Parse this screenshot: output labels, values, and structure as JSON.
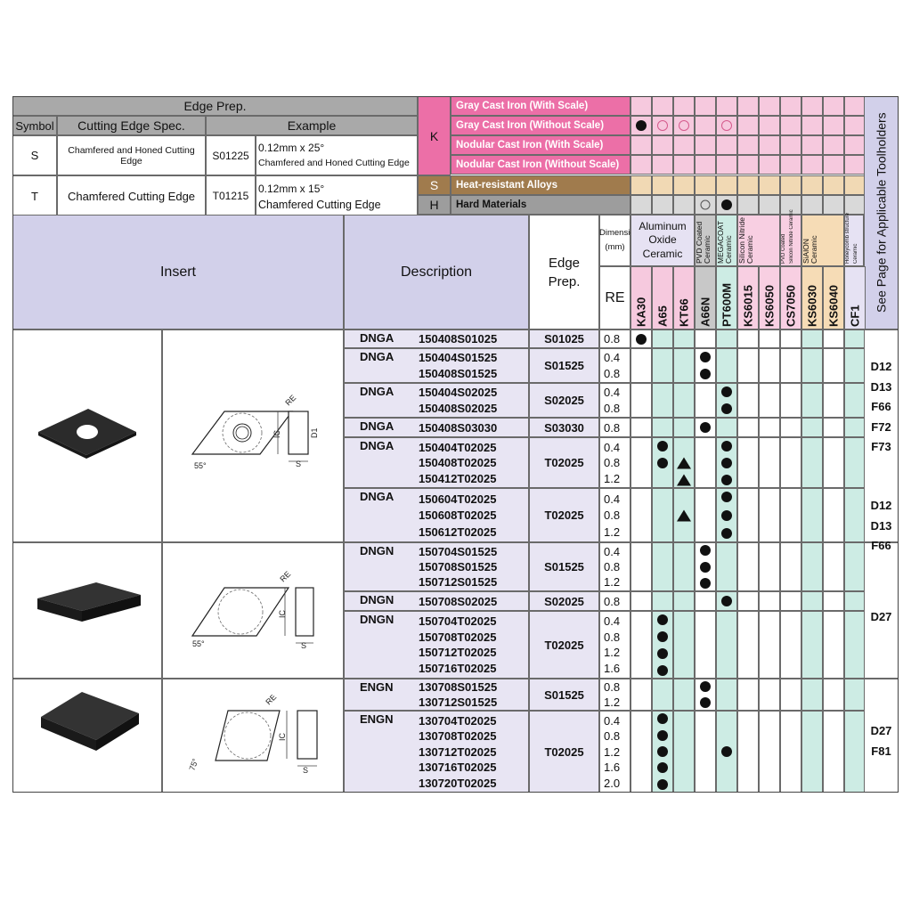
{
  "edge_prep": {
    "title": "Edge Prep.",
    "headers": [
      "Symbol",
      "Cutting Edge Spec.",
      "Example"
    ],
    "rows": [
      {
        "symbol": "S",
        "spec": "Chamfered and Honed Cutting Edge",
        "code": "S01225",
        "ex1": "0.12mm x 25°",
        "ex2": "Chamfered and Honed Cutting Edge"
      },
      {
        "symbol": "T",
        "spec": "Chamfered Cutting Edge",
        "code": "T01215",
        "ex1": "0.12mm x 15°",
        "ex2": "Chamfered Cutting Edge"
      }
    ]
  },
  "materials": {
    "k_symbol": "K",
    "k_rows": [
      "Gray Cast Iron (With Scale)",
      "Gray Cast Iron (Without Scale)",
      "Nodular Cast Iron (With Scale)",
      "Nodular Cast Iron (Without Scale)"
    ],
    "s_symbol": "S",
    "s_label": "Heat-resistant Alloys",
    "h_symbol": "H",
    "h_label": "Hard Materials"
  },
  "headers": {
    "insert": "Insert",
    "description": "Description",
    "edge_prep": "Edge Prep.",
    "dimension": "Dimension",
    "dimension_unit": "(mm)",
    "re": "RE",
    "group_aluminum": "Aluminum Oxide Ceramic",
    "group_pvd_1": "PVD Coated",
    "group_pvd_2": "Ceramic",
    "group_mega_1": "MEGACOAT",
    "group_mega_2": "Ceramic",
    "group_sn_1": "Silicon Nitride",
    "group_sn_2": "Ceramic",
    "group_pvdsn_1": "PVD Coated",
    "group_pvdsn_2": "Silicon Nitride Ceramic",
    "group_sialon_1": "SiAlON",
    "group_sialon_2": "Ceramic",
    "group_honey_1": "Honeycomb structure",
    "group_honey_2": "Ceramic",
    "toolholders": "See Page for Applicable Toolholders"
  },
  "grades": [
    "KA30",
    "A65",
    "KT66",
    "A66N",
    "PT600M",
    "KS6015",
    "KS6050",
    "CS7050",
    "KS6030",
    "KS6040",
    "CF1"
  ],
  "diagram_labels": {
    "re": "RE",
    "ic": "IC",
    "d1": "D1",
    "s": "S",
    "angle55": "55°",
    "angle75": "75°"
  },
  "groups": [
    {
      "prefix": "DNGA",
      "codes": [
        "150408S01025"
      ],
      "prep": "S01025",
      "re": [
        "0.8"
      ]
    },
    {
      "prefix": "DNGA",
      "codes": [
        "150404S01525",
        "150408S01525"
      ],
      "prep": "S01525",
      "re": [
        "0.4",
        "0.8"
      ]
    },
    {
      "prefix": "DNGA",
      "codes": [
        "150404S02025",
        "150408S02025"
      ],
      "prep": "S02025",
      "re": [
        "0.4",
        "0.8"
      ]
    },
    {
      "prefix": "DNGA",
      "codes": [
        "150408S03030"
      ],
      "prep": "S03030",
      "re": [
        "0.8"
      ]
    },
    {
      "prefix": "DNGA",
      "codes": [
        "150404T02025",
        "150408T02025",
        "150412T02025"
      ],
      "prep": "T02025",
      "re": [
        "0.4",
        "0.8",
        "1.2"
      ]
    },
    {
      "prefix": "DNGA",
      "codes": [
        "150604T02025",
        "150608T02025",
        "150612T02025"
      ],
      "prep": "T02025",
      "re": [
        "0.4",
        "0.8",
        "1.2"
      ]
    },
    {
      "prefix": "DNGN",
      "codes": [
        "150704S01525",
        "150708S01525",
        "150712S01525"
      ],
      "prep": "S01525",
      "re": [
        "0.4",
        "0.8",
        "1.2"
      ]
    },
    {
      "prefix": "DNGN",
      "codes": [
        "150708S02025"
      ],
      "prep": "S02025",
      "re": [
        "0.8"
      ]
    },
    {
      "prefix": "DNGN",
      "codes": [
        "150704T02025",
        "150708T02025",
        "150712T02025",
        "150716T02025"
      ],
      "prep": "T02025",
      "re": [
        "0.4",
        "0.8",
        "1.2",
        "1.6"
      ]
    },
    {
      "prefix": "ENGN",
      "codes": [
        "130708S01525",
        "130712S01525"
      ],
      "prep": "S01525",
      "re": [
        "0.8",
        "1.2"
      ]
    },
    {
      "prefix": "ENGN",
      "codes": [
        "130704T02025",
        "130708T02025",
        "130712T02025",
        "130716T02025",
        "130720T02025"
      ],
      "prep": "T02025",
      "re": [
        "0.4",
        "0.8",
        "1.2",
        "1.6",
        "2.0"
      ]
    }
  ],
  "toolholder_refs": [
    [
      "D12",
      "D13",
      "F66",
      "F72",
      "F73"
    ],
    [
      "D12",
      "D13",
      "F66"
    ],
    [
      "D27"
    ],
    [
      "D27",
      "F81"
    ]
  ],
  "marks": {
    "legend": {
      "gray_without_scale": [
        "KA30:dot",
        "A65:circle",
        "KT66:circle",
        "PT600M:circle"
      ],
      "hard_materials": [
        "A66N:open",
        "PT600M:dot"
      ]
    },
    "rows": [
      [
        "KA30:dot"
      ],
      [
        "A66N:dot"
      ],
      [
        "A66N:dot"
      ],
      [
        "PT600M:dot"
      ],
      [
        "PT600M:dot"
      ],
      [
        "A66N:dot"
      ],
      [
        "A65:dot",
        "PT600M:dot"
      ],
      [
        "A65:dot",
        "KT66:tri",
        "PT600M:dot"
      ],
      [
        "KT66:tri",
        "PT600M:dot"
      ],
      [
        "PT600M:dot"
      ],
      [
        "KT66:tri",
        "PT600M:dot"
      ],
      [
        "PT600M:dot"
      ],
      [
        "A66N:dot"
      ],
      [
        "A66N:dot"
      ],
      [
        "A66N:dot"
      ],
      [
        "PT600M:dot"
      ],
      [
        "A65:dot"
      ],
      [
        "A65:dot"
      ],
      [
        "A65:dot"
      ],
      [
        "A65:dot"
      ],
      [
        "A66N:dot"
      ],
      [
        "A66N:dot"
      ],
      [
        "A65:dot"
      ],
      [
        "A65:dot"
      ],
      [
        "A65:dot",
        "PT600M:dot"
      ],
      [
        "A65:dot"
      ],
      [
        "A65:dot"
      ]
    ]
  },
  "colors": {
    "header_gray": "#a9a9a9",
    "header_lav": "#d2d0ea",
    "desc_lav": "#e8e5f3",
    "k_pink": "#ec6fa7",
    "k_pink_light": "#f6c9de",
    "s_brown": "#a07b4d",
    "s_tan": "#f1d9b4",
    "h_gray": "#9d9d9d",
    "h_light": "#d9d9d9",
    "teal": "#cdece4",
    "orange_grade": "#f6dcb6",
    "gray_grade": "#c8c8c8",
    "pink_grade": "#f8cfe2",
    "lav_grade": "#e6e2f3"
  }
}
